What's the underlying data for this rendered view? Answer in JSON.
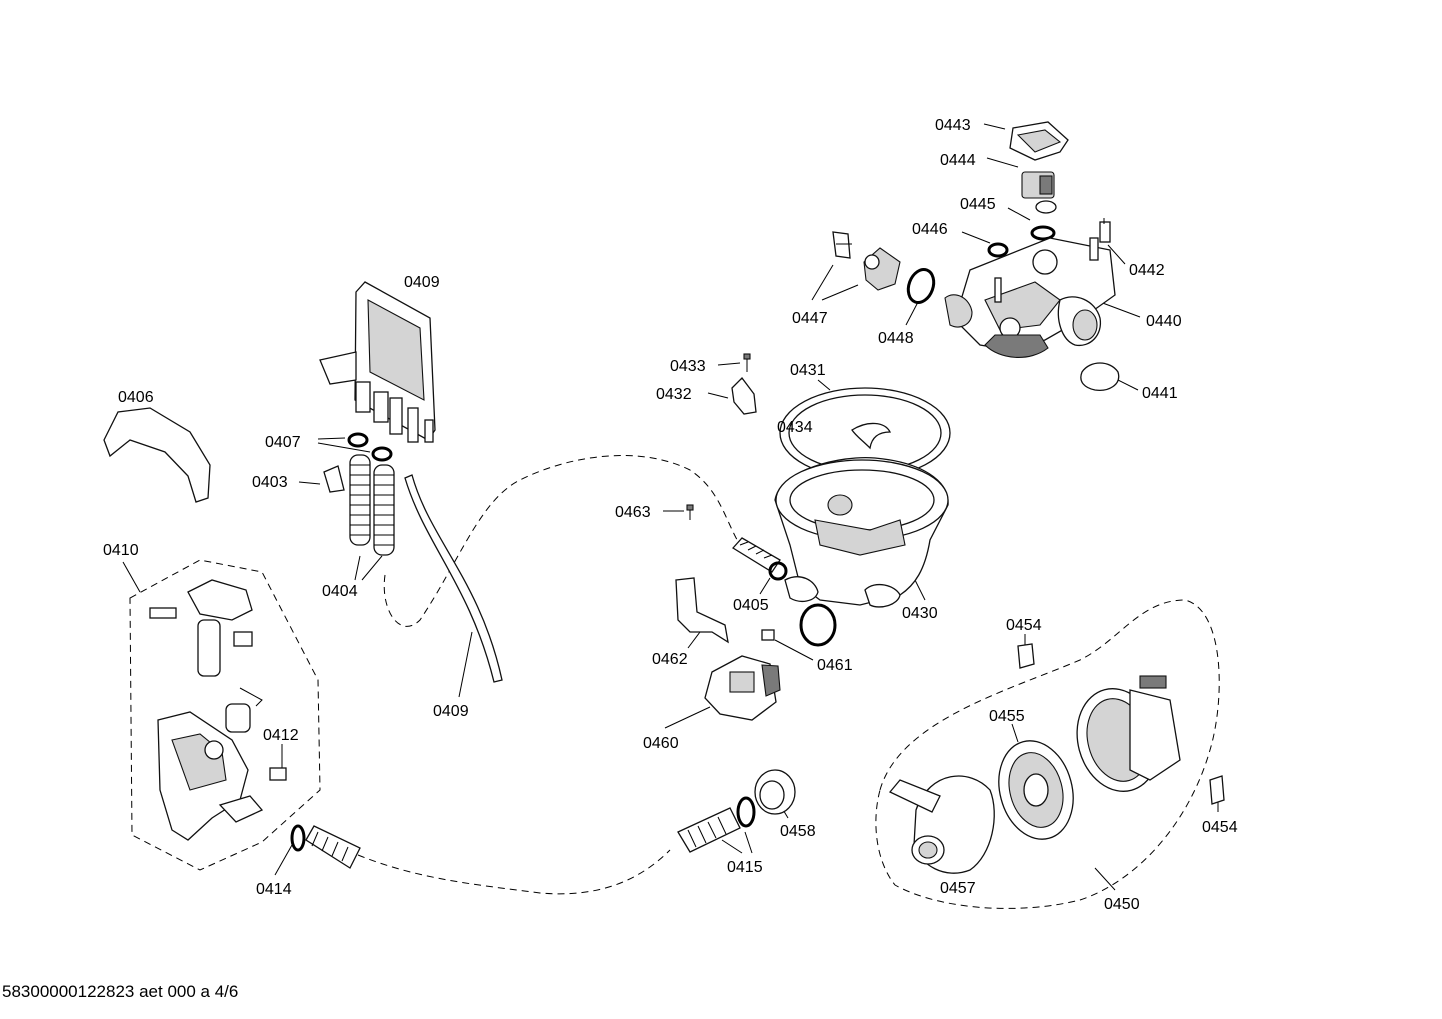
{
  "labels": {
    "p0443": "0443",
    "p0444": "0444",
    "p0445": "0445",
    "p0446": "0446",
    "p0442": "0442",
    "p0447": "0447",
    "p0448": "0448",
    "p0440": "0440",
    "p0441": "0441",
    "p0433": "0433",
    "p0431": "0431",
    "p0432": "0432",
    "p0434": "0434",
    "p0409a": "0409",
    "p0406": "0406",
    "p0407": "0407",
    "p0403": "0403",
    "p0463": "0463",
    "p0410": "0410",
    "p0404": "0404",
    "p0405": "0405",
    "p0430": "0430",
    "p0454a": "0454",
    "p0462": "0462",
    "p0461": "0461",
    "p0409b": "0409",
    "p0455": "0455",
    "p0412": "0412",
    "p0460": "0460",
    "p0458": "0458",
    "p0454b": "0454",
    "p0415": "0415",
    "p0414": "0414",
    "p0457": "0457",
    "p0450": "0450"
  },
  "footer": "58300000122823 aet 000 a 4/6"
}
